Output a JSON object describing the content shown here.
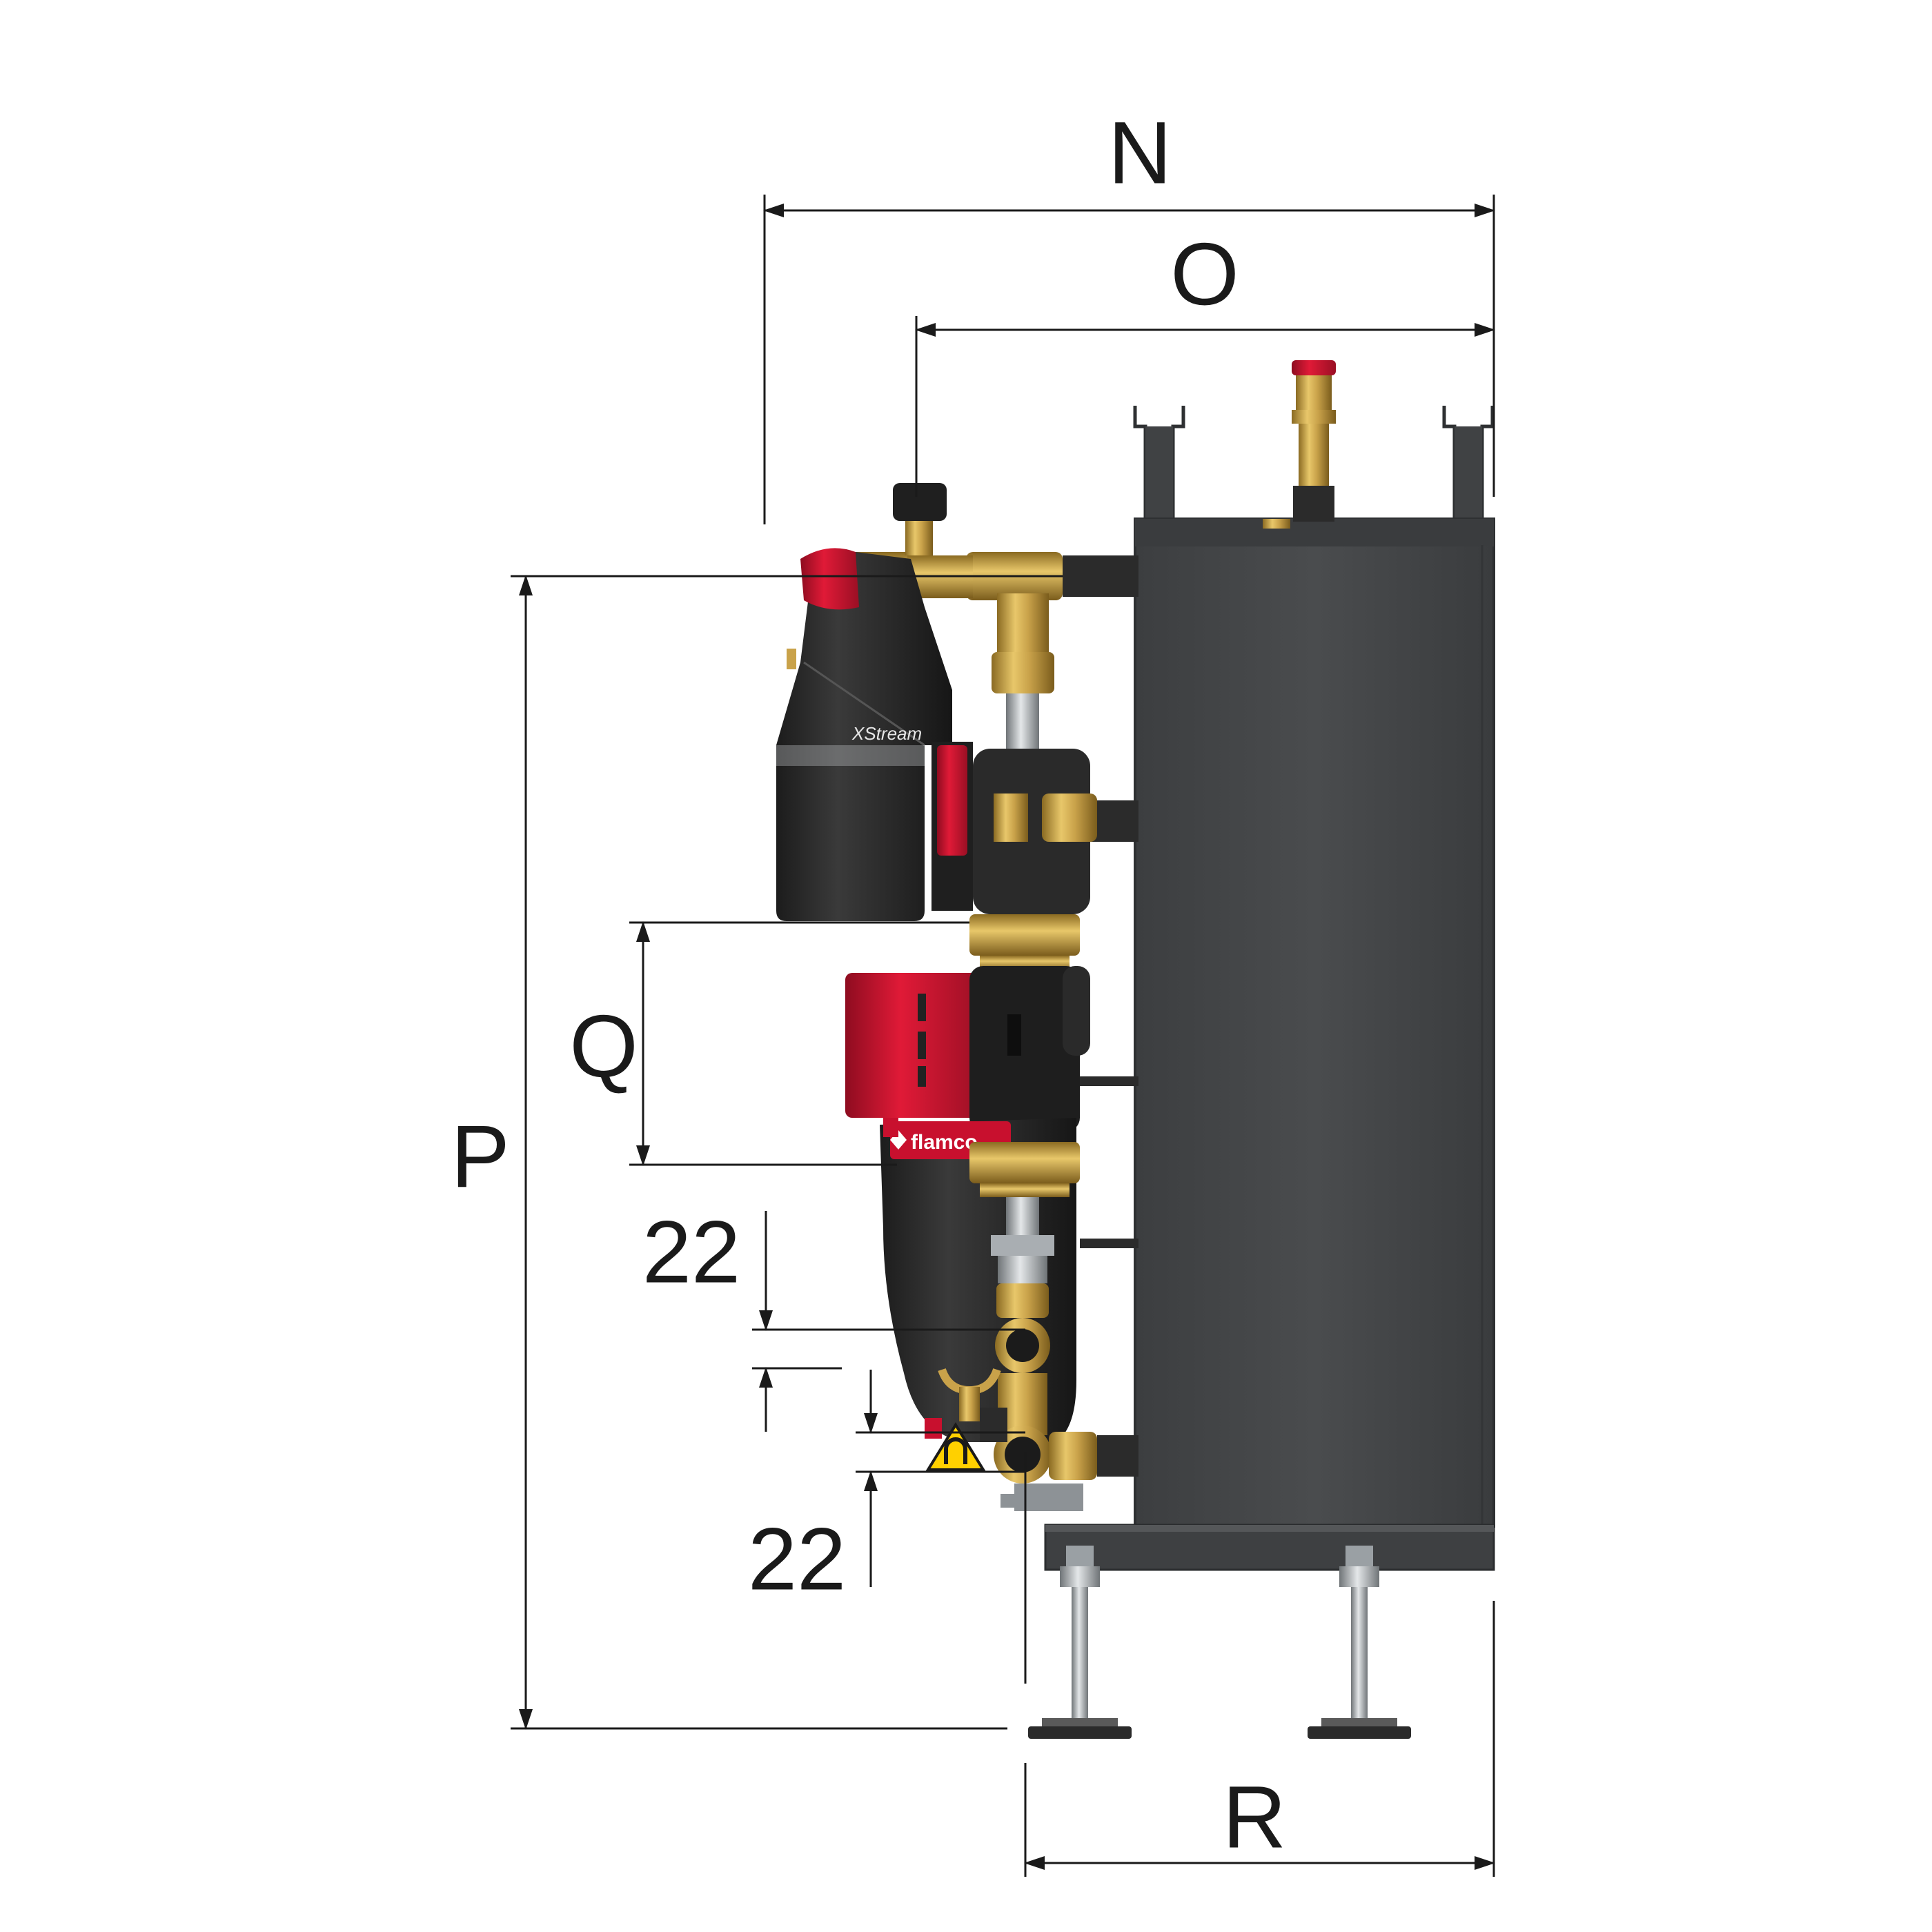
{
  "dimensions": {
    "N": "N",
    "O": "O",
    "P": "P",
    "Q": "Q",
    "R": "R",
    "upper_spacing": "22",
    "lower_spacing": "22"
  },
  "branding": {
    "pump_label": "flamco",
    "separator_label": "XStream"
  },
  "colors": {
    "body": "#454749",
    "body_edge": "#2e3032",
    "brass": "#c9a24a",
    "red": "#c8102e",
    "insulation": "#2b2b2b",
    "steel": "#b7bcc0",
    "line": "#1a1a1a"
  },
  "icons": [
    "magnet-warning-icon",
    "pressure-gauge-icon",
    "air-vent-icon",
    "adjustable-foot-icon"
  ]
}
